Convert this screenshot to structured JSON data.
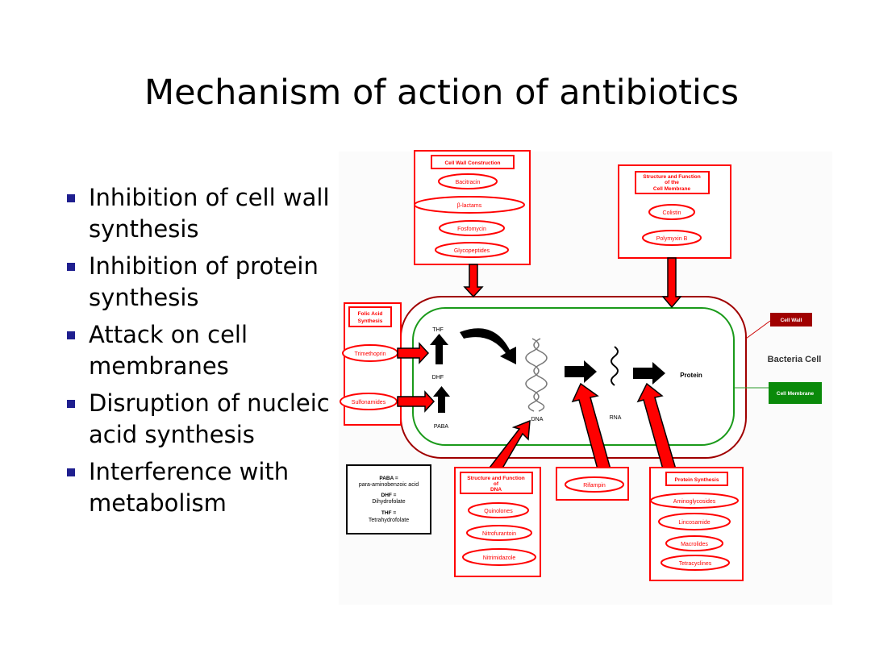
{
  "title": "Mechanism of action of antibiotics",
  "bullets": [
    "Inhibition of cell wall synthesis",
    "Inhibition of protein synthesis",
    "Attack on cell membranes",
    "Disruption of nucleic acid synthesis",
    "Interference with metabolism"
  ],
  "diagram": {
    "cell_wall_box": {
      "title": "Cell Wall Construction",
      "items": [
        "Bacitracin",
        "β-lactams",
        "Fosfomycin",
        "Glycopeptides"
      ]
    },
    "membrane_box": {
      "title_lines": [
        "Structure and Function",
        "of the",
        "Cell Membrane"
      ],
      "items": [
        "Colistin",
        "Polymyxin B"
      ]
    },
    "folic_box": {
      "title_lines": [
        "Folic Acid",
        "Synthesis"
      ],
      "items": [
        "Trimethoprin",
        "Sulfonamides"
      ]
    },
    "pathway": {
      "thf": "THF",
      "dhf": "DHF",
      "paba": "PABA",
      "dna": "DNA",
      "rna": "RNA",
      "protein": "Protein"
    },
    "labels": {
      "cell_wall": "Cell Wall",
      "bacteria_cell": "Bacteria Cell",
      "cell_membrane": "Cell Membrane"
    },
    "legend": [
      "PABA =",
      "para-aminobenzoic acid",
      "DHF =",
      "Dihydrofolate",
      "THF =",
      "Tetrahydrofolate"
    ],
    "dna_box": {
      "title_lines": [
        "Structure and Function",
        "of",
        "DNA"
      ],
      "items": [
        "Quinolones",
        "Nitrofurantoin",
        "Nitrimidazole"
      ]
    },
    "rifampin_box": {
      "items": [
        "Rifampin"
      ]
    },
    "protein_box": {
      "title": "Protein Synthesis",
      "items": [
        "Aminoglycosides",
        "Lincosamide",
        "Macrolides",
        "Tetracyclines"
      ]
    }
  }
}
